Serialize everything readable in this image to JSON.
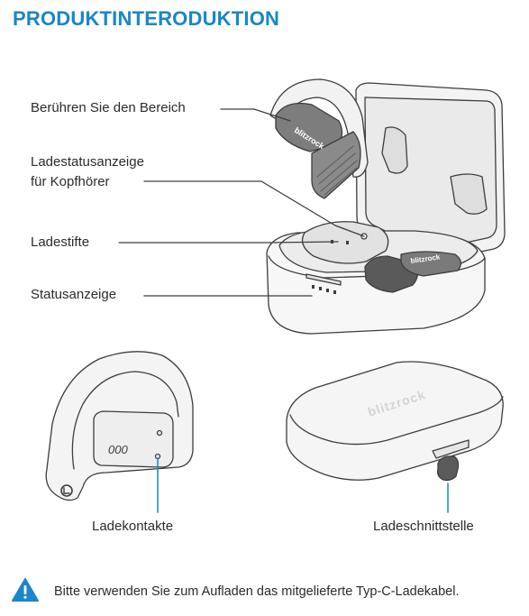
{
  "title": "PRODUKTINTERODUKTION",
  "labels": {
    "touch_area": "Berühren Sie den Bereich",
    "charge_indicator_line1": "Ladestatusanzeige",
    "charge_indicator_line2": "für Kopfhörer",
    "charge_pins": "Ladestifte",
    "status_indicator": "Statusanzeige"
  },
  "captions": {
    "charge_contacts": "Ladekontakte",
    "charge_port": "Ladeschnittstelle"
  },
  "brand": {
    "logo_text": "blitzrock"
  },
  "note": {
    "text": "Bitte verwenden Sie zum Aufladen das mitgelieferte Typ-C-Ladekabel."
  },
  "colors": {
    "accent": "#1a86c9",
    "line": "#3d3d3d"
  },
  "icons": {
    "warning": "warning-triangle-icon"
  }
}
